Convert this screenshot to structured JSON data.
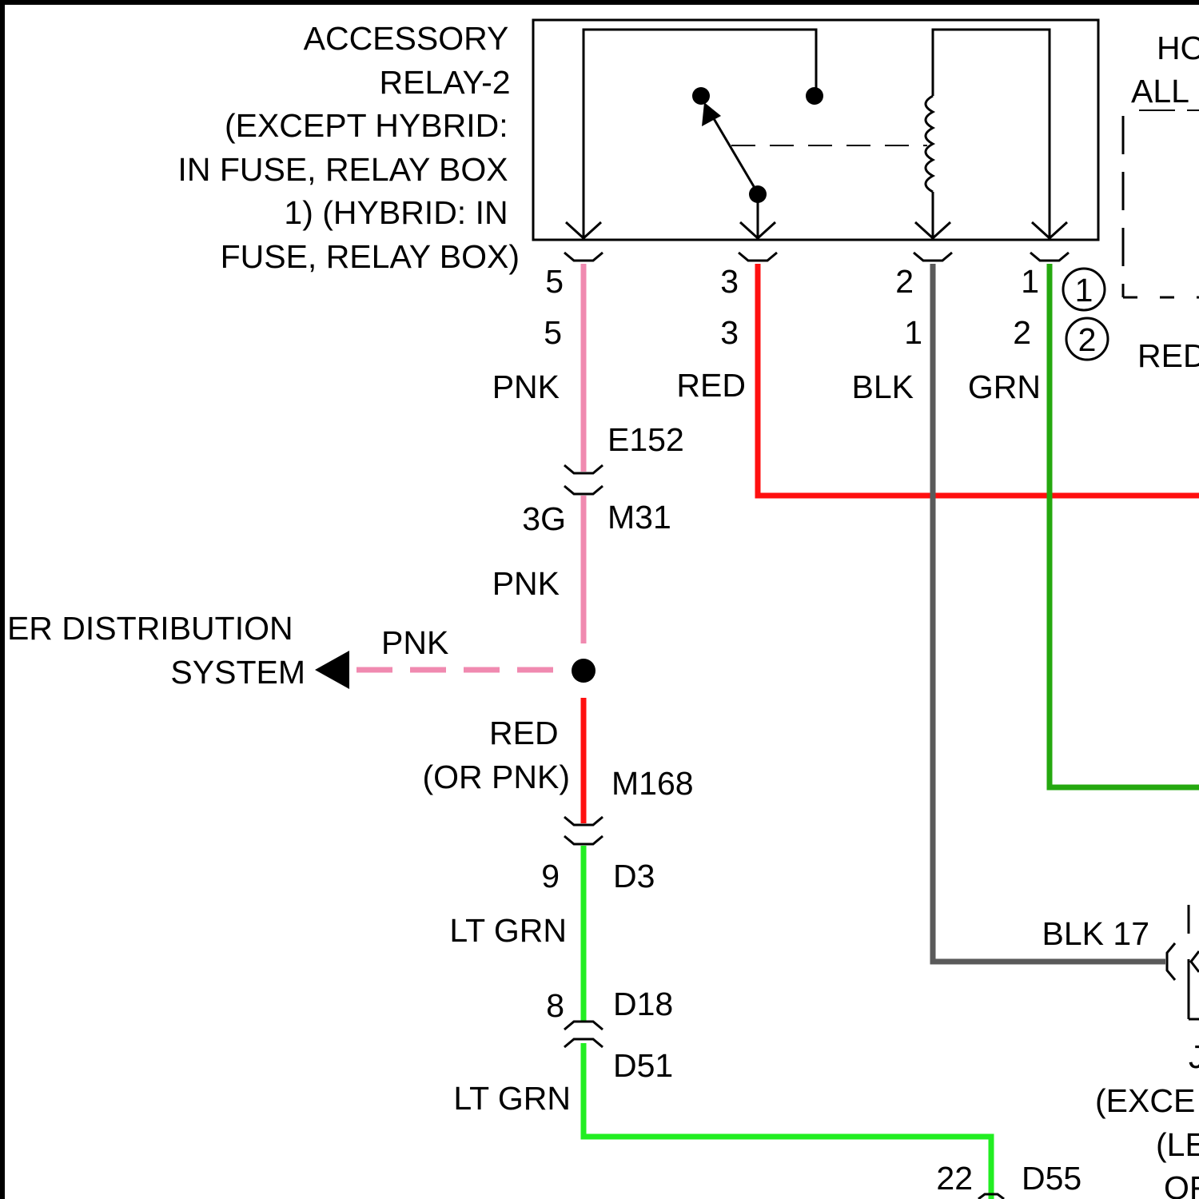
{
  "relay": {
    "title_lines": [
      "ACCESSORY",
      "RELAY-2",
      "(EXCEPT HYBRID:",
      "IN FUSE, RELAY BOX",
      "1) (HYBRID: IN",
      "FUSE, RELAY BOX)"
    ],
    "pins_row1": [
      "5",
      "3",
      "2",
      "1"
    ],
    "pins_row2": [
      "5",
      "3",
      "1",
      "2"
    ],
    "variant_marks": [
      "1",
      "2"
    ]
  },
  "wires": {
    "relay_pin5": "PNK",
    "relay_pin3": "RED",
    "relay_pin2": "BLK",
    "relay_pin1": "GRN",
    "after_m31": "PNK",
    "branch": "PNK",
    "after_junction_lines": [
      "RED",
      "(OR PNK)"
    ],
    "after_d3": "LT GRN",
    "after_d51": "LT GRN",
    "blk_to_right": "BLK 17"
  },
  "connectors": {
    "e152": "E152",
    "m31_pin": "3G",
    "m31": "M31",
    "m168": "M168",
    "d3_pin": "9",
    "d3": "D3",
    "d18_pin": "8",
    "d18": "D18",
    "d51": "D51",
    "d55_pin": "22",
    "d55": "D55"
  },
  "offpage_left": {
    "lines": [
      "ER DISTRIBUTION",
      "SYSTEM"
    ]
  },
  "cut_labels": {
    "right_top_lines": [
      "HO",
      "ALL"
    ],
    "right_red": "RED",
    "right_j": "J",
    "right_bottom_lines": [
      "(EXCE",
      "(LE",
      "OF"
    ]
  },
  "colors": {
    "pink": "#f08ab0",
    "red": "#ff1010",
    "black_wire": "#5a5a5a",
    "green": "#25a80f",
    "light_green": "#22ee22"
  }
}
